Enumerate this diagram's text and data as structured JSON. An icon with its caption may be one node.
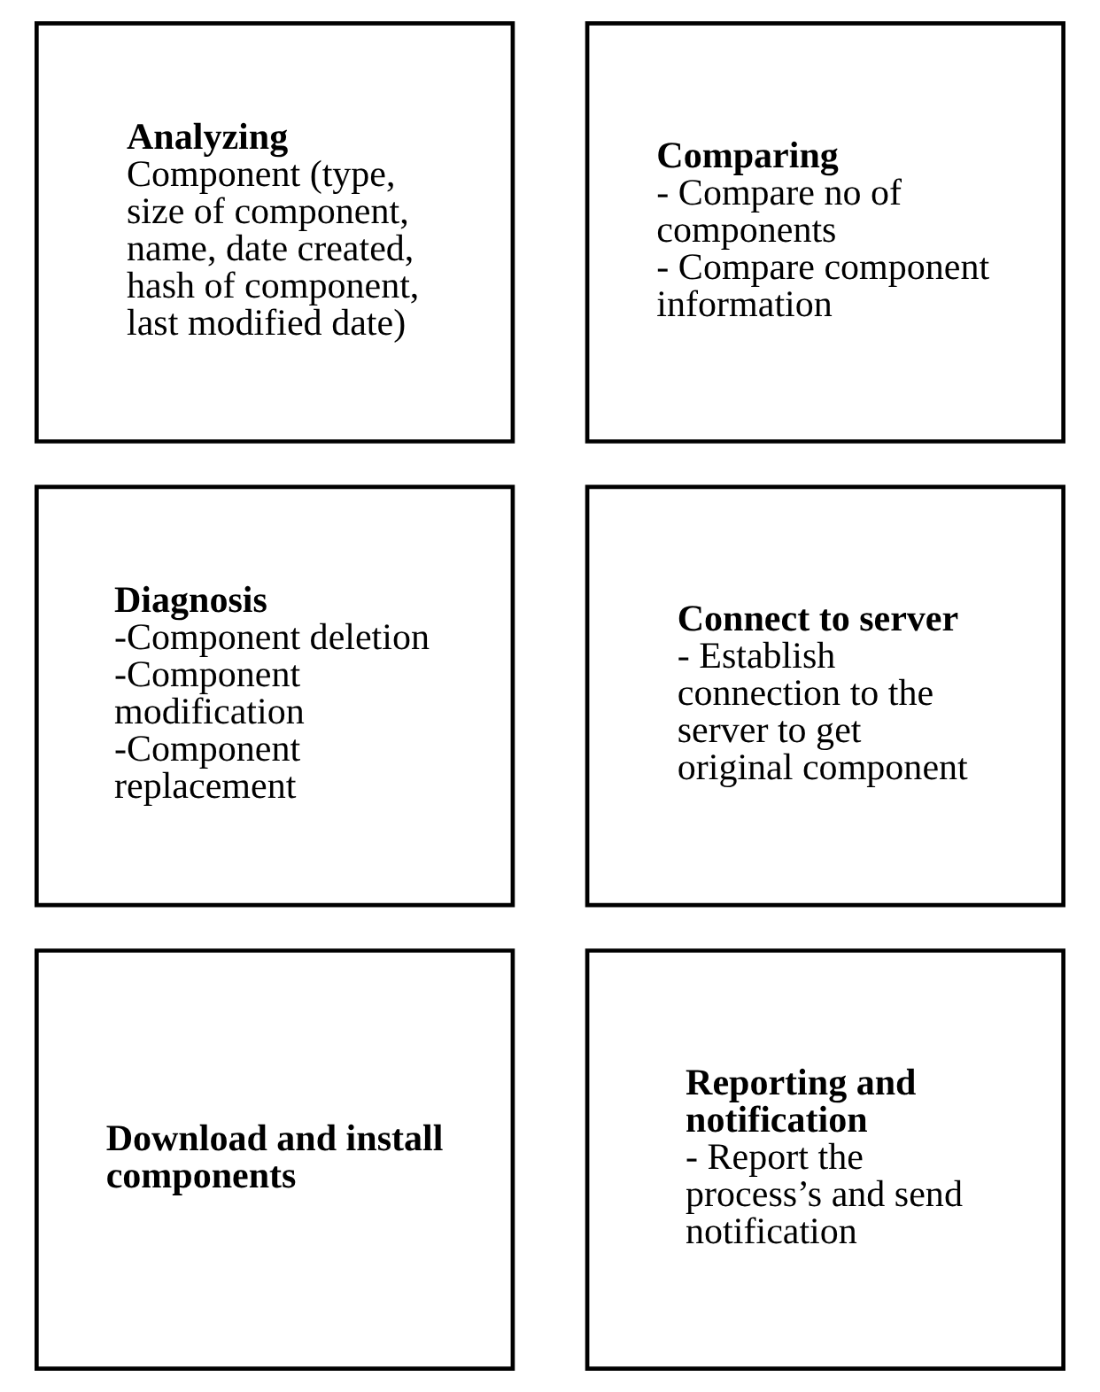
{
  "diagram": {
    "nodes": [
      {
        "text": [
          "Analyzing",
          "Component (type, size of component, name, date created, hash of component, last modified date)"
        ]
      },
      {
        "text": [
          "Comparing",
          "- Compare no of components",
          "- Compare component information"
        ]
      },
      {
        "text": [
          "Diagnosis",
          "-Component deletion",
          "-Component modification",
          "-Component replacement"
        ]
      },
      {
        "text": [
          "Connect to server",
          "- Establish connection to the server to get original component"
        ]
      },
      {
        "text": [
          "Download and install components"
        ]
      },
      {
        "text": [
          "Reporting and notification",
          "- Report the process’s and send notification"
        ]
      }
    ],
    "edges": []
  }
}
